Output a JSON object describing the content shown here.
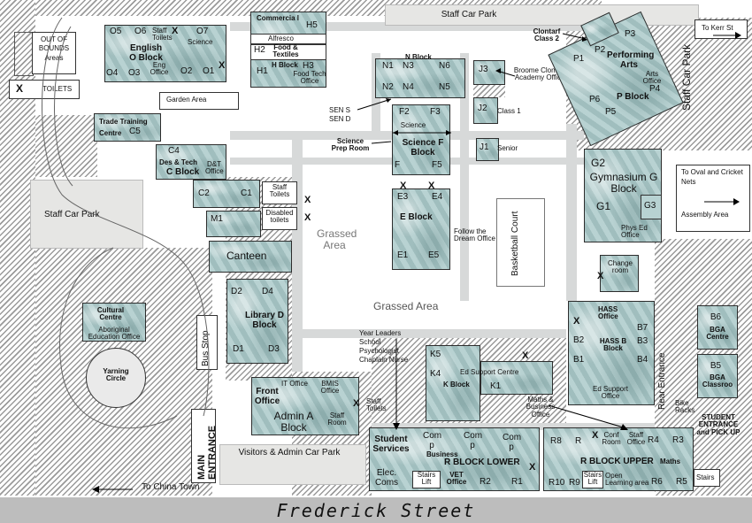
{
  "street": "Frederick Street",
  "labels": {
    "staff_car_park_top": "Staff Car Park",
    "staff_car_park_left": "Staff Car Park",
    "staff_car_park_right": "Staff Car Park",
    "to_kerr_st": "To Kerr St",
    "out_of_bounds": "OUT OF BOUNDS Areas",
    "toilets_x": "X",
    "toilets": "TOILETS",
    "garden_area": "Garden Area",
    "grassed_area_1": "Grassed Area",
    "grassed_area_2": "Grassed Area",
    "sen": "SEN S SEN D",
    "science_prep": "Science Prep Room",
    "broome": "Broome Clontarf Academy Office",
    "class1": "Class 1",
    "senior": "Senior",
    "clontarf_class2": "Clontarf Class 2",
    "follow_dream": "Follow the Dream Office",
    "basketball": "Basketball Court",
    "to_oval": "To Oval and Cricket Nets",
    "assembly": "Assembly Area",
    "year_leaders": "Year Leaders School Psychologist Chaplain Nurse",
    "bus_stop": "Bus Stop",
    "yarning": "Yarning Circle",
    "main_entrance": "MAIN ENTRANCE",
    "visitors": "Visitors & Admin Car Park",
    "to_china": "To China Town",
    "staff_toilets_a": "Staff Toilets",
    "maths_business": "Maths & Business Office",
    "rear_entrance": "Rear Entrance",
    "bike_racks": "Bike Racks",
    "student_entrance": "STUDENT ENTRANCE and PICK UP",
    "stairs_r": "Stairs"
  },
  "buildings": {
    "o": {
      "rooms": [
        "O5",
        "O6",
        "O7",
        "O4",
        "O3",
        "O2",
        "O1"
      ],
      "staff_toilets": "Staff Toilets",
      "x": "X",
      "science": "Science",
      "name": "English O Block",
      "eng_office": "Eng Office"
    },
    "h": {
      "commercial": "Commercia l",
      "alfresco": "Alfresco",
      "h5": "H5",
      "h2": "H2",
      "food_textiles": "Food & Textiles",
      "h_block": "H Block",
      "h1": "H1",
      "h3": "H3",
      "food_tech": "Food Tech Office"
    },
    "n": {
      "name": "N Block",
      "rooms": [
        "N1",
        "N3",
        "N6",
        "N2",
        "N4",
        "N5"
      ]
    },
    "j": {
      "j3": "J3",
      "j2": "J2",
      "j1": "J1"
    },
    "p": {
      "p3": "P3",
      "p1": "P1",
      "p2": "P2",
      "name": "Performing Arts",
      "arts_office": "Arts Office",
      "p4": "P4",
      "p6": "P6",
      "p_block": "P Block",
      "p5": "P5"
    },
    "trade": {
      "name": "Trade Training Centre",
      "c5": "C5"
    },
    "f": {
      "f2": "F2",
      "f3": "F3",
      "science": "Science",
      "name": "Science F Block",
      "f": "F",
      "f5": "F5"
    },
    "c": {
      "c4": "C4",
      "des_tech": "Des & Tech",
      "name": "C Block",
      "dt_office": "D&T Office",
      "c2": "C2",
      "c1": "C1",
      "staff_toilets": "Staff Toilets",
      "disabled": "Disabled toilets"
    },
    "m": {
      "m1": "M1"
    },
    "canteen": "Canteen",
    "e": {
      "e3": "E3",
      "e4": "E4",
      "name": "E Block",
      "e1": "E1",
      "e5": "E5"
    },
    "g": {
      "g2": "G2",
      "name": "Gymnasium G Block",
      "g1": "G1",
      "g3": "G3",
      "phys_ed": "Phys Ed Office"
    },
    "change": "Change room",
    "d": {
      "d2": "D2",
      "d4": "D4",
      "name": "Library D Block",
      "d1": "D1",
      "d3": "D3"
    },
    "cultural": {
      "name": "Cultural Centre",
      "sub": "Aboriginal Education Office"
    },
    "hass": {
      "office": "HASS Office",
      "b7": "B7",
      "b2": "B2",
      "name": "HASS B Block",
      "b3": "B3",
      "b1": "B1",
      "b4": "B4",
      "ed_support": "Ed Support Office"
    },
    "b6": {
      "name": "B6",
      "sub": "BGA Centre"
    },
    "b5": {
      "name": "B5",
      "sub": "BGA Classroo"
    },
    "k": {
      "k5": "K5",
      "k4": "K4",
      "k_block": "K Block",
      "ed_support": "Ed Support Centre",
      "k1": "K1"
    },
    "a": {
      "it": "IT Office",
      "bmis": "BMIS Office",
      "front": "Front Office",
      "name": "Admin A Block",
      "staff_room": "Staff Room"
    },
    "r_lower": {
      "student_services": "Student Services",
      "comp1": "Com p",
      "comp2": "Com p",
      "comp3": "Com p",
      "business": "Business",
      "name": "R BLOCK LOWER",
      "elec": "Elec. Coms",
      "stairs": "Stairs Lift",
      "vet": "VET Office",
      "r2": "R2",
      "r1": "R1"
    },
    "r_upper": {
      "r8": "R8",
      "r": "R",
      "conf": "Conf Room",
      "staff": "Staff Office",
      "r4": "R4",
      "r3": "R3",
      "name": "R BLOCK UPPER",
      "maths": "Maths",
      "r10": "R10",
      "r9": "R9",
      "stairs": "Stairs Lift",
      "open": "Open Learning area",
      "r6": "R6",
      "r5": "R5"
    }
  }
}
